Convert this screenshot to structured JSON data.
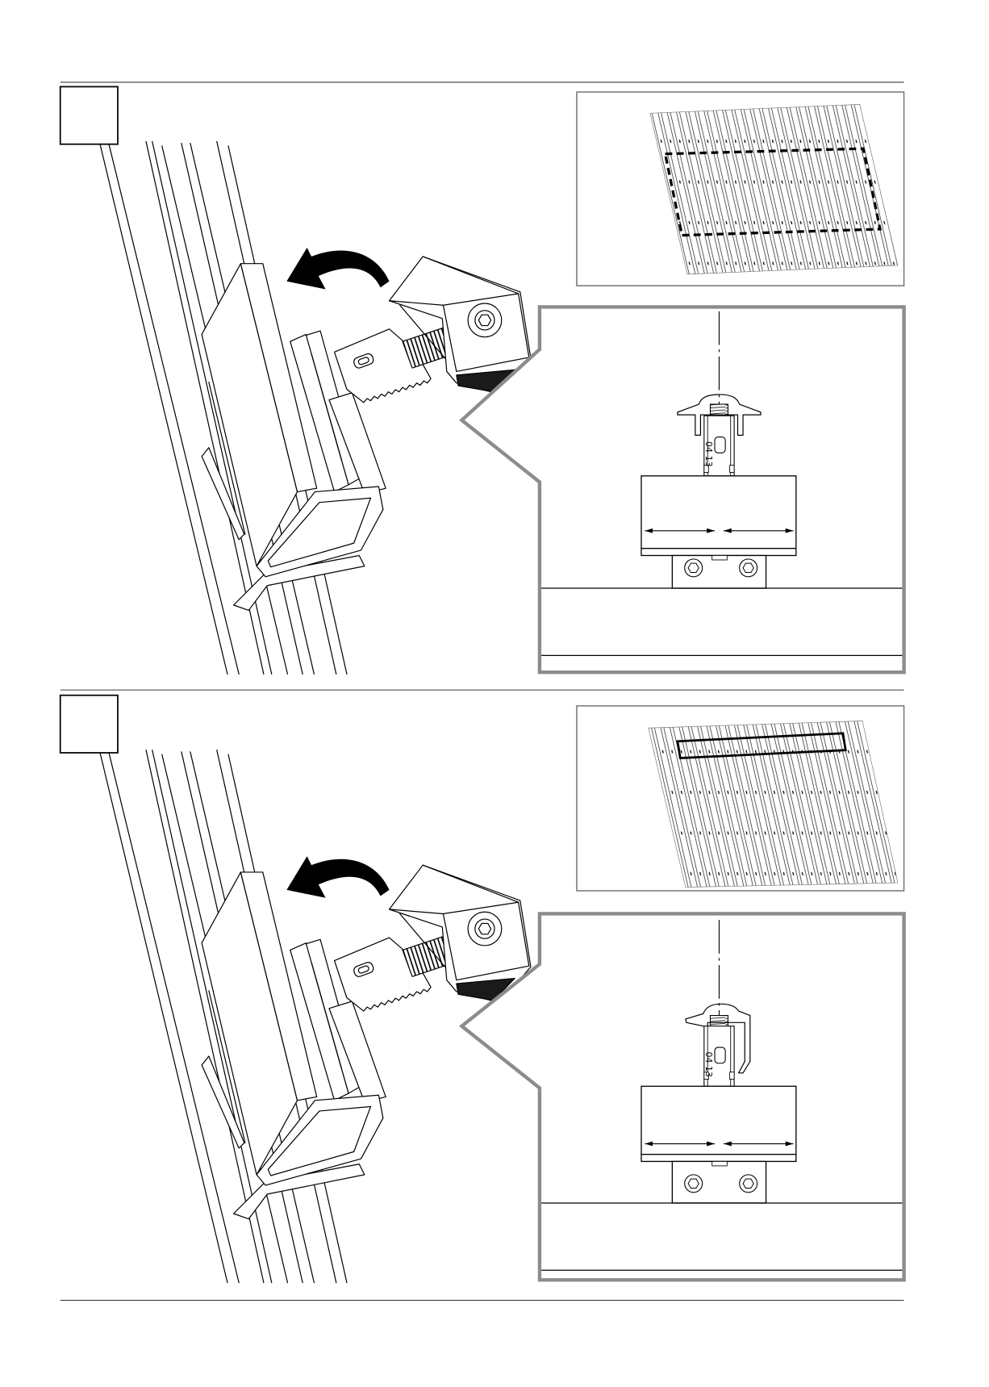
{
  "colors": {
    "line": "#000000",
    "callout_border": "#8c8c8c",
    "background": "#ffffff"
  },
  "steps": [
    {
      "icons": {
        "action": "rotate-arrow-icon",
        "fastener": "hex-socket-icon"
      },
      "detail": {
        "scale_labels": [
          "04",
          "13"
        ]
      }
    },
    {
      "icons": {
        "action": "rotate-arrow-icon",
        "fastener": "hex-socket-icon"
      },
      "detail": {
        "scale_labels": [
          "04",
          "13"
        ]
      }
    }
  ]
}
